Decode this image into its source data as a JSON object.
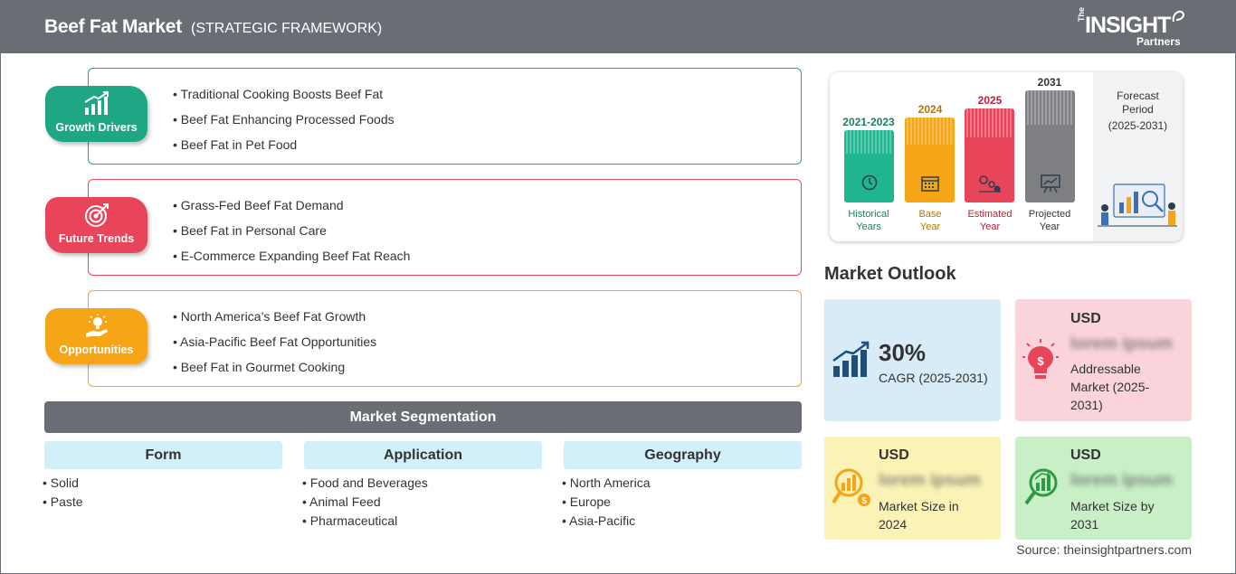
{
  "header": {
    "title": "Beef Fat Market",
    "subtitle": "(STRATEGIC FRAMEWORK)",
    "logo": {
      "the": "The",
      "insight": "INSIGHT",
      "partners": "Partners"
    }
  },
  "categories": [
    {
      "label": "Growth Drivers",
      "color": "#1fa785",
      "items": [
        "Traditional Cooking Boosts Beef Fat",
        "Beef Fat Enhancing Processed Foods",
        "Beef Fat in Pet Food"
      ]
    },
    {
      "label": "Future Trends",
      "color": "#e8455a",
      "items": [
        "Grass-Fed Beef Fat Demand",
        "Beef Fat in Personal Care",
        "E-Commerce Expanding Beef Fat Reach"
      ]
    },
    {
      "label": "Opportunities",
      "color": "#f5a515",
      "items": [
        "North America’s Beef Fat Growth",
        "Asia-Pacific Beef Fat Opportunities",
        "Beef Fat in Gourmet Cooking"
      ]
    }
  ],
  "segmentation": {
    "title": "Market Segmentation",
    "columns": [
      {
        "head": "Form",
        "items": [
          "Solid",
          "Paste"
        ]
      },
      {
        "head": "Application",
        "items": [
          "Food and Beverages",
          "Animal Feed",
          "Pharmaceutical"
        ]
      },
      {
        "head": "Geography",
        "items": [
          "North America",
          "Europe",
          "Asia-Pacific"
        ]
      }
    ]
  },
  "timeline": {
    "periods": [
      {
        "year": "2021-2023",
        "label1": "Historical",
        "label2": "Years",
        "color": "#1fb58f",
        "text_color": "#1a7f66"
      },
      {
        "year": "2024",
        "label1": "Base",
        "label2": "Year",
        "color": "#f5a515",
        "text_color": "#b5720a"
      },
      {
        "year": "2025",
        "label1": "Estimated",
        "label2": "Year",
        "color": "#e8455a",
        "text_color": "#b52236"
      },
      {
        "year": "2031",
        "label1": "Projected",
        "label2": "Year",
        "color": "#7d7f82",
        "text_color": "#333333"
      }
    ],
    "forecast": {
      "line1": "Forecast",
      "line2": "Period",
      "line3": "(2025-2031)"
    }
  },
  "outlook": {
    "title": "Market Outlook",
    "cards": [
      {
        "big": "30%",
        "desc": "CAGR (2025-2031)",
        "bg": "#d7ecf7",
        "icon": "bar-growth-icon"
      },
      {
        "usd": "USD",
        "blur": "lorem ipsum",
        "desc_lines": [
          "Addressable",
          "Market (2025-",
          "2031)"
        ],
        "bg": "#fad4da",
        "icon": "lightbulb-dollar-icon"
      },
      {
        "usd": "USD",
        "blur": "lorem ipsum",
        "desc_lines": [
          "Market Size in",
          "2024"
        ],
        "bg": "#fbf3b5",
        "icon": "magnifier-chart-icon"
      },
      {
        "usd": "USD",
        "blur": "lorem ipsum",
        "desc_lines": [
          "Market Size by",
          "2031"
        ],
        "bg": "#c9efc7",
        "icon": "magnifier-growth-icon"
      }
    ]
  },
  "source": "Source: theinsightpartners.com"
}
